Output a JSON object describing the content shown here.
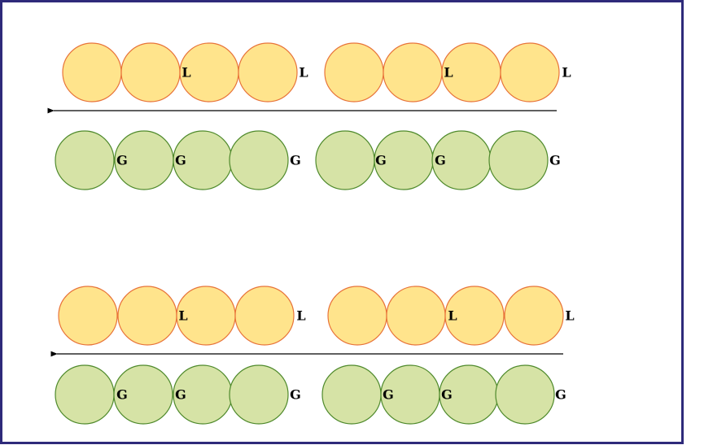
{
  "colors": {
    "frame": "#2e2a7a",
    "l_fill": "#ffe48c",
    "l_stroke": "#e8743a",
    "g_fill": "#d6e3a6",
    "g_stroke": "#4f8a2c",
    "arrow": "#000000"
  },
  "label_l": "L",
  "label_g": "G",
  "panels": [
    {
      "l_groups": [
        {
          "beads": 4,
          "labels": [
            "L",
            "L"
          ]
        },
        {
          "beads": 4,
          "labels": [
            "L",
            "L"
          ]
        }
      ],
      "g_groups": [
        {
          "beads": 4,
          "labels": [
            "G",
            "G",
            "G"
          ]
        },
        {
          "beads": 4,
          "labels": [
            "G",
            "G",
            "G"
          ]
        }
      ],
      "arrow_direction": "left"
    },
    {
      "l_groups": [
        {
          "beads": 4,
          "labels": [
            "L",
            "L"
          ]
        },
        {
          "beads": 4,
          "labels": [
            "L",
            "L"
          ]
        }
      ],
      "g_groups": [
        {
          "beads": 4,
          "labels": [
            "G",
            "G",
            "G"
          ]
        },
        {
          "beads": 4,
          "labels": [
            "G",
            "G",
            "G"
          ]
        }
      ],
      "arrow_direction": "left"
    }
  ]
}
